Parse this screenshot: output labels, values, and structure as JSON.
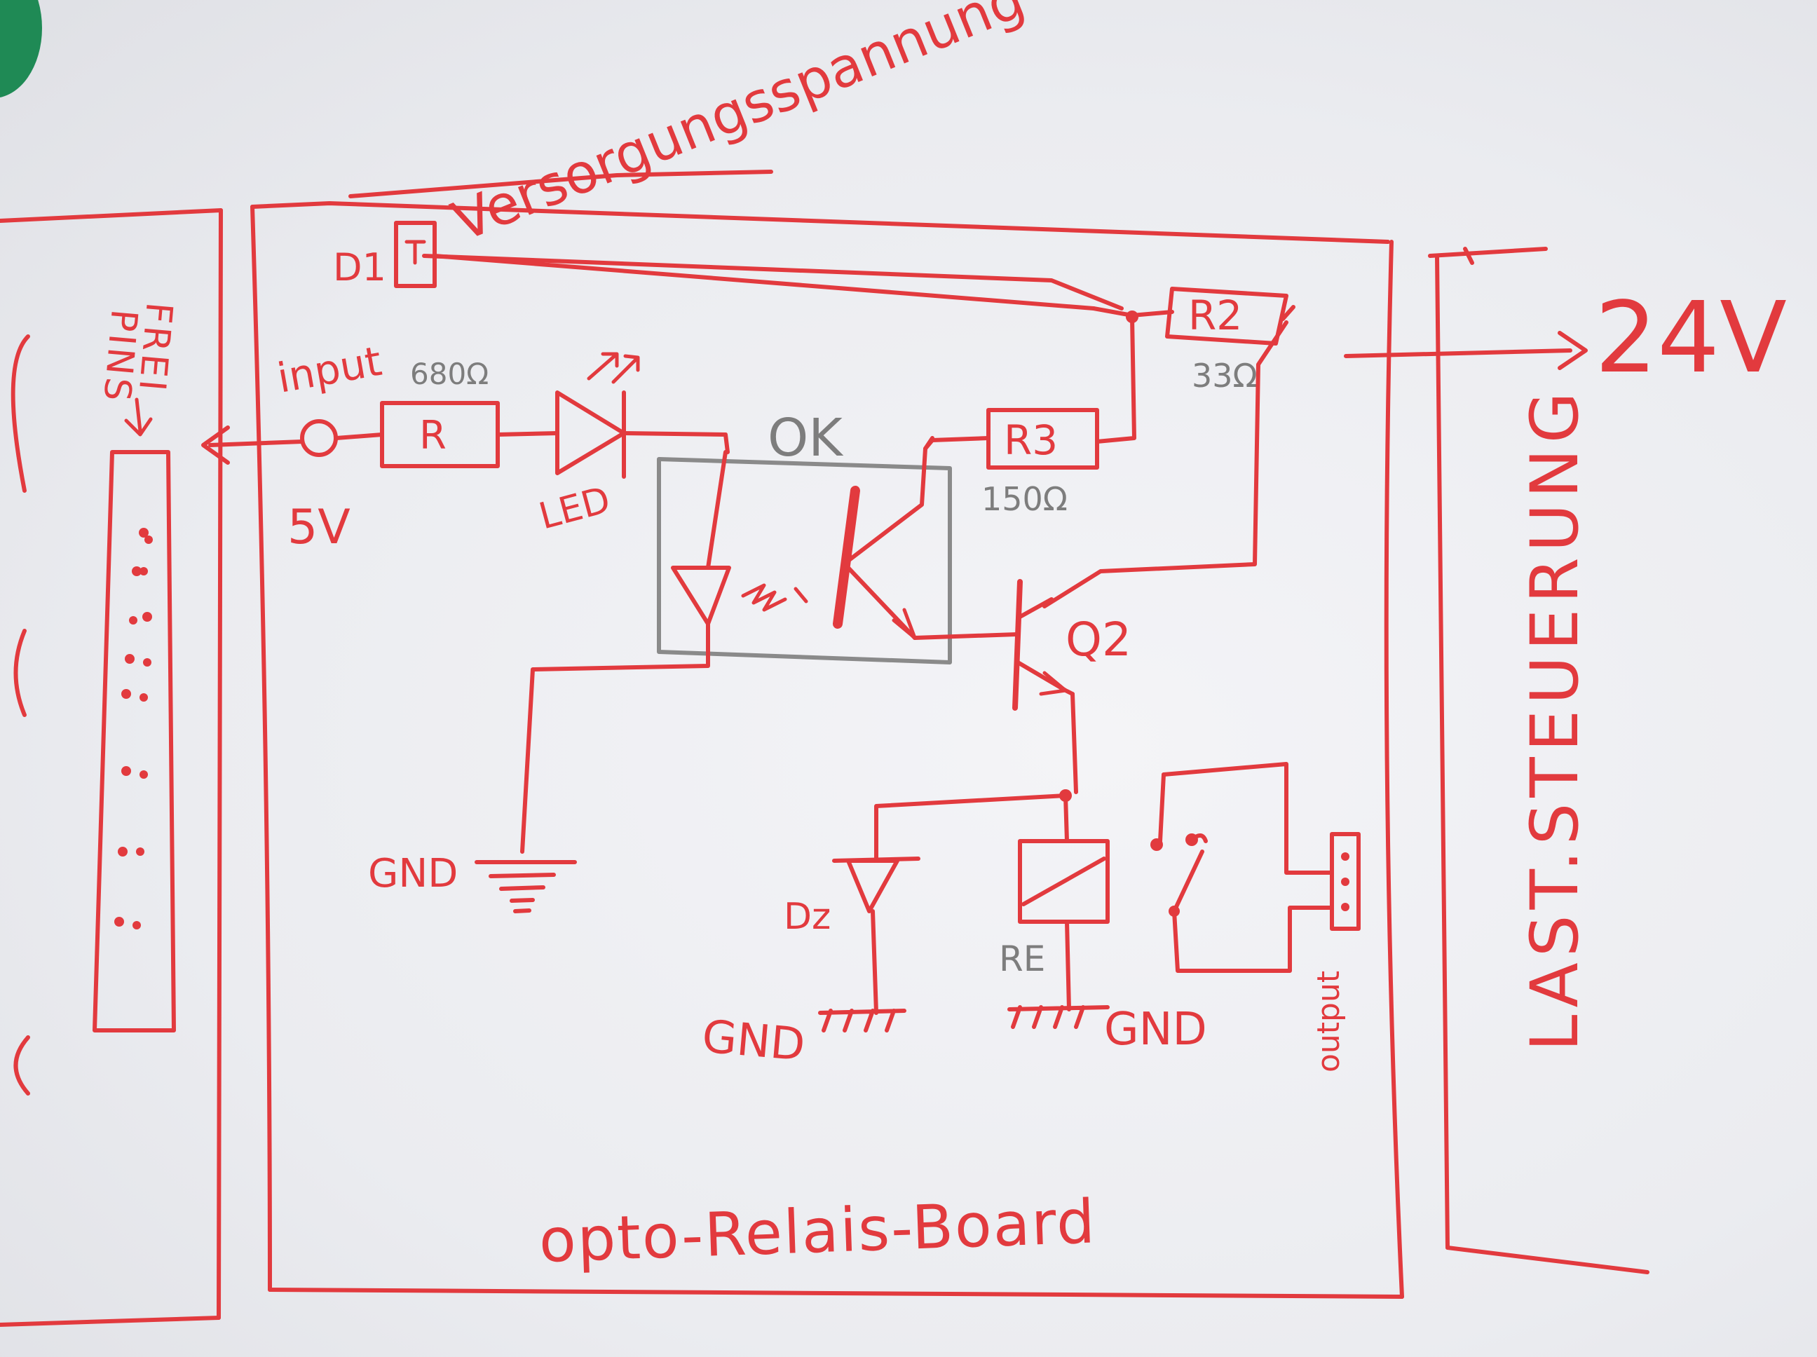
{
  "colors": {
    "ink": "#e23a3e",
    "pencil": "#8a8a8a",
    "paper": "#f1f1f4",
    "green_blob": "#1f8a55"
  },
  "labels": {
    "supply_text": "Versorgungsspannung",
    "d1": "D1",
    "frei_pins_1": "FREI",
    "frei_pins_2": "PINS",
    "input": "input",
    "input_voltage": "5V",
    "r_value": "680Ω",
    "r": "R",
    "led": "LED",
    "ok": "OK",
    "r3": "R3",
    "r3_value": "150Ω",
    "r2": "R2",
    "r2_value": "33Ω",
    "supply_24v": "24V",
    "q2": "Q2",
    "gnd_left": "GND",
    "gnd_dz": "GND",
    "gnd_re": "GND",
    "dz": "Dz",
    "re": "RE",
    "output": "output",
    "board_name": "opto-Relais-Board",
    "last_steuerung": "LAST.STEUERUNG"
  }
}
